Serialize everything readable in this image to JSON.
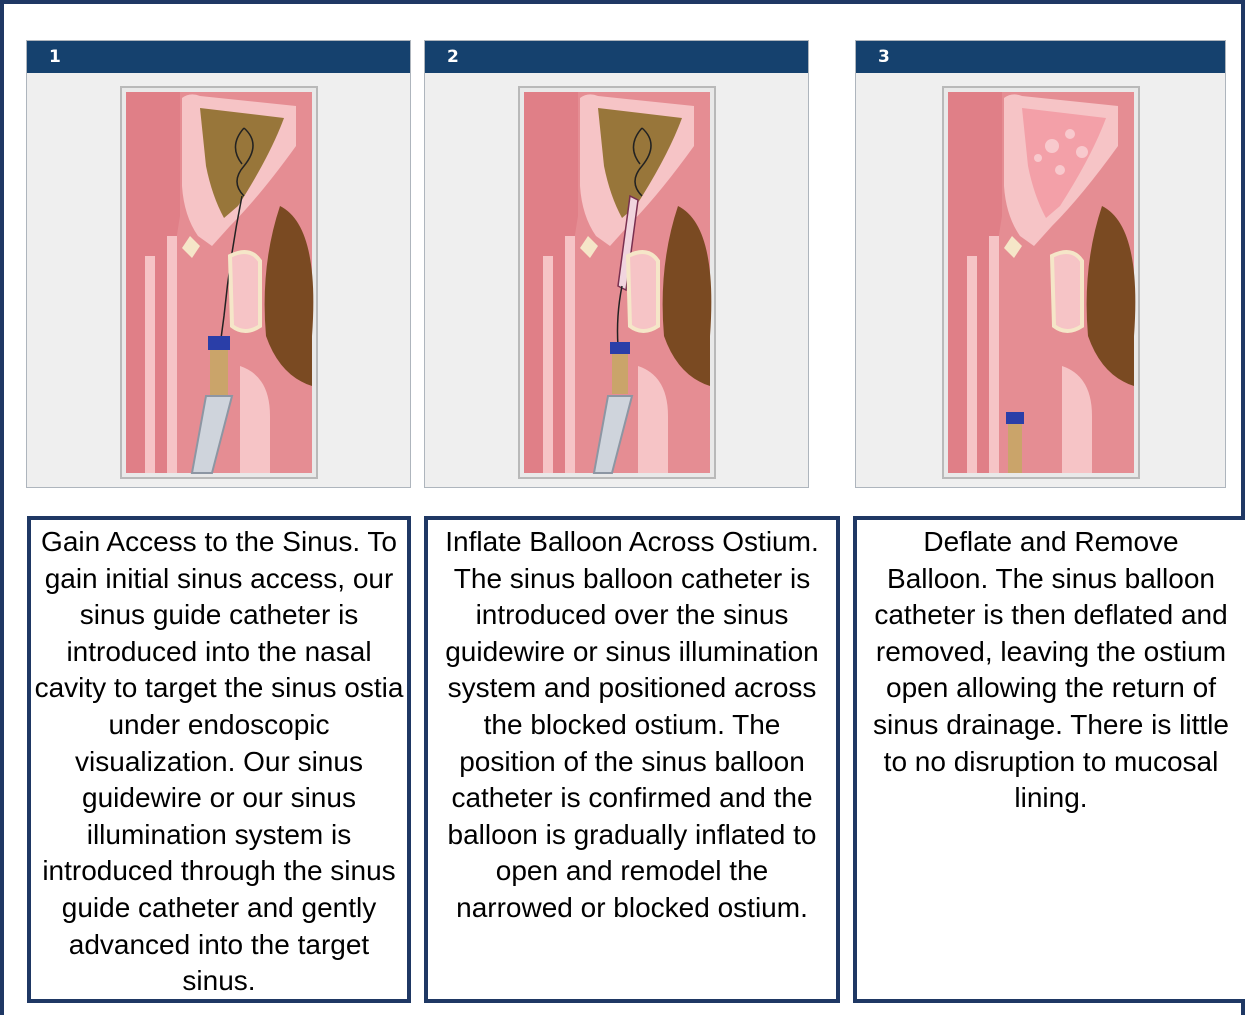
{
  "steps": [
    {
      "number": "1",
      "caption": "Gain Access to the Sinus. To gain initial sinus access, our sinus guide catheter is introduced into the nasal cavity to target the sinus ostia under endoscopic visualization. Our sinus guidewire or our sinus illumination system is introduced through the sinus guide catheter and gently advanced into the target sinus."
    },
    {
      "number": "2",
      "caption": "Inflate Balloon Across Ostium. The sinus balloon catheter is introduced over the sinus guidewire or sinus illumination system and positioned across the blocked ostium. The position of the sinus balloon catheter is confirmed and the balloon is gradually inflated to open and remodel the narrowed or blocked ostium."
    },
    {
      "number": "3",
      "caption": "Deflate and Remove Balloon. The sinus balloon catheter is then deflated and removed, leaving the ostium open allowing the return of sinus drainage. There is little to no disruption to mucosal lining."
    }
  ],
  "colors": {
    "frame_border": "#1f3864",
    "panel_header": "#15416e",
    "tissue": "#e58d93",
    "mucosa": "#f6c4c6",
    "bone": "#f5e6c8",
    "blocked_sinus": "#98763a",
    "open_sinus": "#f3a0a8",
    "eye": "#5a3317"
  }
}
